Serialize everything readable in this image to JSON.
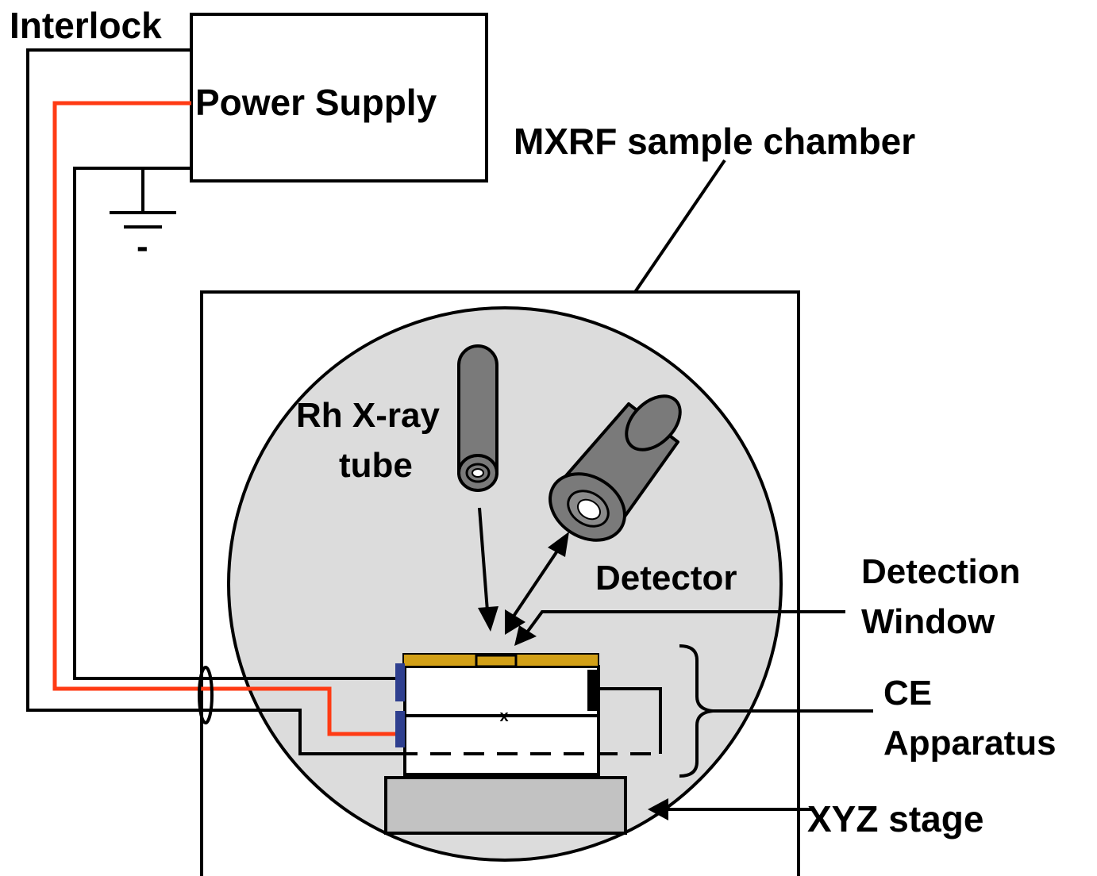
{
  "labels": {
    "interlock": "Interlock",
    "power_supply": "Power Supply",
    "ground_sign": "-",
    "chamber": "MXRF sample chamber",
    "xray_tube_line1": "Rh X-ray",
    "xray_tube_line2": "tube",
    "detector": "Detector",
    "detection_window_line1": "Detection",
    "detection_window_line2": "Window",
    "ce_apparatus_line1": "CE",
    "ce_apparatus_line2": "Apparatus",
    "xyz_stage": "XYZ stage",
    "sample_mark": "x"
  },
  "colors": {
    "hv_wire": "#ff3b14",
    "chamber_fill": "#dcdcdc",
    "stage_fill": "#c2c2c2",
    "component_fill": "#7a7a7a",
    "window_strip": "#d2a017",
    "electrode": "#2e3f8f"
  }
}
